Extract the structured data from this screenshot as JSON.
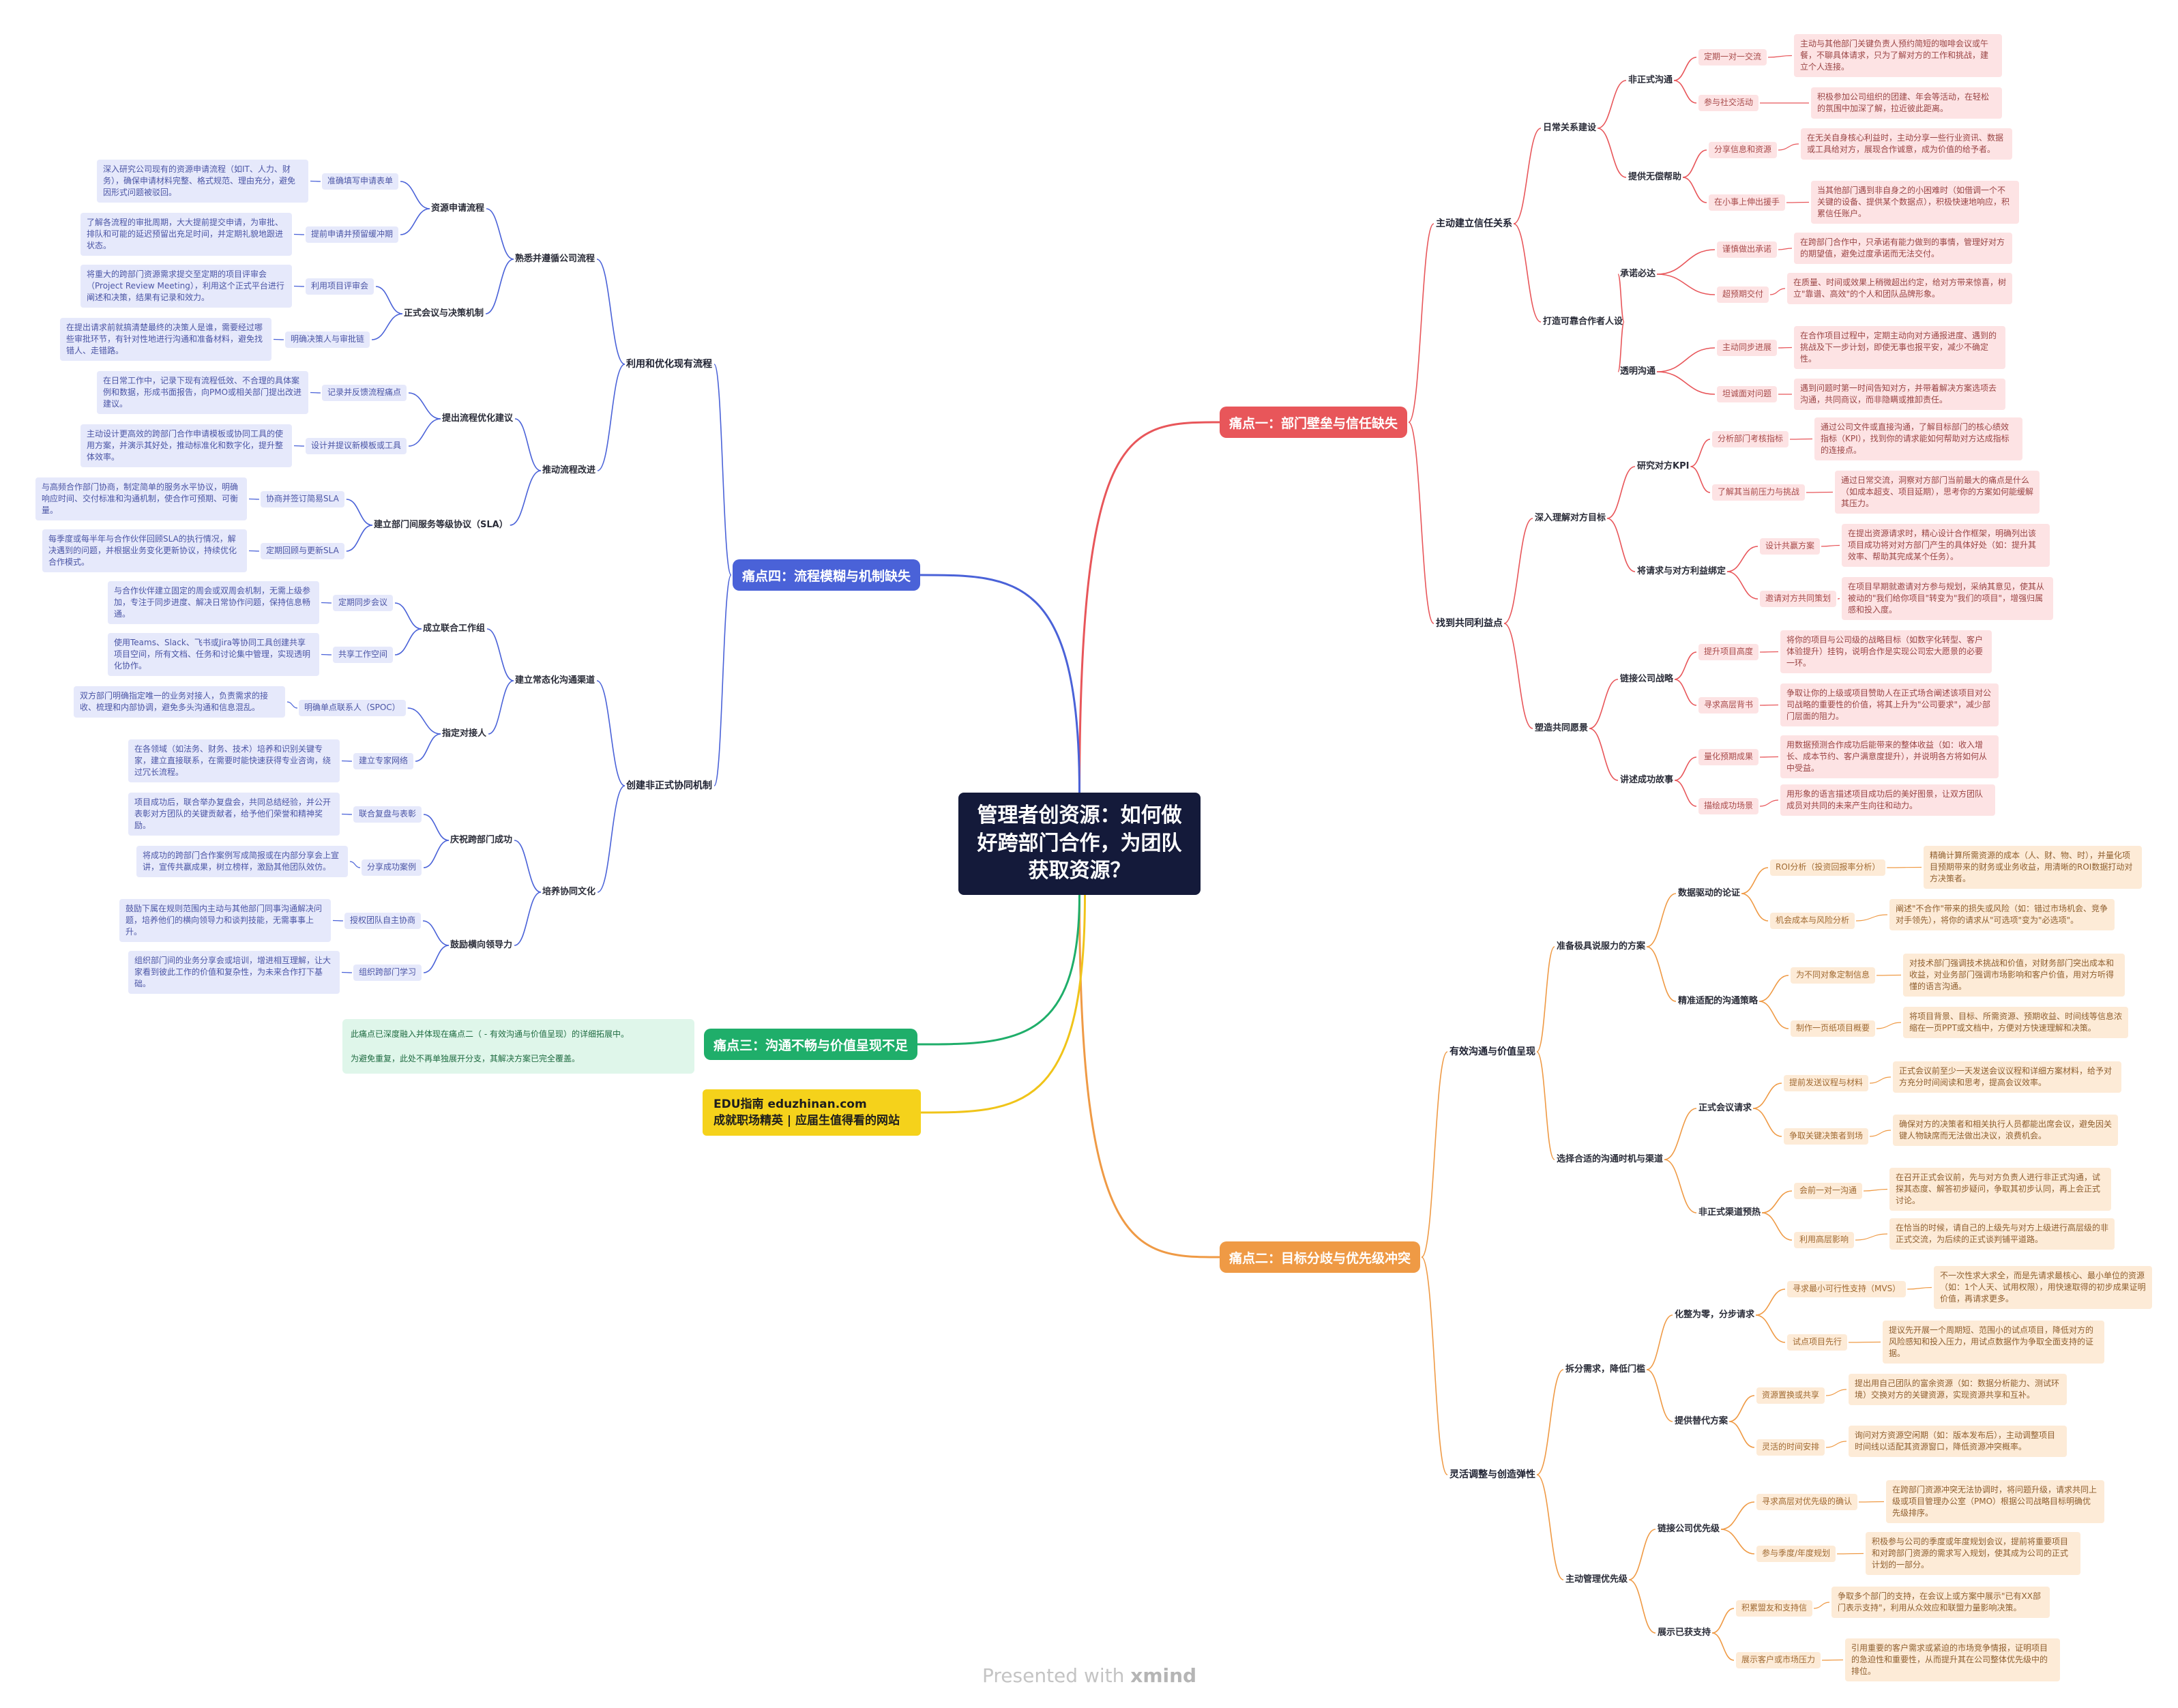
{
  "colors": {
    "pink": "#e8565a",
    "orange": "#ef9a45",
    "blue": "#4a62d8",
    "green": "#1fae6a",
    "yellow": "#f0c419",
    "central": "#141a3a"
  },
  "central": "管理者创资源：如何做好跨部门合作，为团队获取资源？",
  "watermark": {
    "prefix": "Presented with ",
    "brand": "xmind"
  },
  "pain1": {
    "title": "痛点一：部门壁垒与信任缺失",
    "a": "主动建立信任关系",
    "a1": "日常关系建设",
    "a1a": "非正式沟通",
    "a1a1": {
      "label": "定期一对一交流",
      "note": "主动与其他部门关键负责人预约简短的咖啡会议或午餐，不聊具体请求，只为了解对方的工作和挑战，建立个人连接。"
    },
    "a1a2": {
      "label": "参与社交活动",
      "note": "积极参加公司组织的团建、年会等活动，在轻松的氛围中加深了解，拉近彼此距离。"
    },
    "a1b": "提供无偿帮助",
    "a1b1": {
      "label": "分享信息和资源",
      "note": "在无关自身核心利益时，主动分享一些行业资讯、数据或工具给对方，展现合作诚意，成为价值的给予者。"
    },
    "a1b2": {
      "label": "在小事上伸出援手",
      "note": "当其他部门遇到非自身之的小困难时（如借调一个不关键的设备、提供某个数据点），积极快速地响应，积累信任账户。"
    },
    "a2": "打造可靠合作者人设",
    "a2a": "承诺必达",
    "a2a1": {
      "label": "谨慎做出承诺",
      "note": "在跨部门合作中，只承诺有能力做到的事情，管理好对方的期望值，避免过度承诺而无法交付。"
    },
    "a2a2": {
      "label": "超预期交付",
      "note": "在质量、时间或效果上稍微超出约定，给对方带来惊喜，树立\"靠谱、高效\"的个人和团队品牌形象。"
    },
    "a2b": "透明沟通",
    "a2b1": {
      "label": "主动同步进展",
      "note": "在合作项目过程中，定期主动向对方通报进度、遇到的挑战及下一步计划，即使无事也报平安，减少不确定性。"
    },
    "a2b2": {
      "label": "坦诚面对问题",
      "note": "遇到问题时第一时间告知对方，并带着解决方案选项去沟通，共同商议，而非隐瞒或推卸责任。"
    },
    "b": "找到共同利益点",
    "b1": "深入理解对方目标",
    "b1a": "研究对方KPI",
    "b1a1": {
      "label": "分析部门考核指标",
      "note": "通过公司文件或直接沟通，了解目标部门的核心绩效指标（KPI），找到你的请求能如何帮助对方达成指标的连接点。"
    },
    "b1a2": {
      "label": "了解其当前压力与挑战",
      "note": "通过日常交流，洞察对方部门当前最大的痛点是什么（如成本超支、项目延期），思考你的方案如何能缓解其压力。"
    },
    "b1b": "将请求与对方利益绑定",
    "b1b1": {
      "label": "设计共赢方案",
      "note": "在提出资源请求时，精心设计合作框架，明确列出该项目成功将对对方部门产生的具体好处（如：提升其效率、帮助其完成某个任务）。"
    },
    "b1b2": {
      "label": "邀请对方共同策划",
      "note": "在项目早期就邀请对方参与规划，采纳其意见，使其从被动的\"我们给你项目\"转变为\"我们的项目\"，增强归属感和投入度。"
    },
    "b2": "塑造共同愿景",
    "b2a": "链接公司战略",
    "b2a1": {
      "label": "提升项目高度",
      "note": "将你的项目与公司级的战略目标（如数字化转型、客户体验提升）挂钩，说明合作是实现公司宏大愿景的必要一环。"
    },
    "b2a2": {
      "label": "寻求高层背书",
      "note": "争取让你的上级或项目赞助人在正式场合阐述该项目对公司战略的重要性的价值，将其上升为\"公司要求\"，减少部门层面的阻力。"
    },
    "b2b": "讲述成功故事",
    "b2b1": {
      "label": "量化预期成果",
      "note": "用数据预测合作成功后能带来的整体收益（如：收入增长、成本节约、客户满意度提升），并说明各方将如何从中受益。"
    },
    "b2b2": {
      "label": "描绘成功场景",
      "note": "用形象的语言描述项目成功后的美好图景，让双方团队成员对共同的未来产生向往和动力。"
    }
  },
  "pain2": {
    "title": "痛点二：目标分歧与优先级冲突",
    "a": "有效沟通与价值呈现",
    "a1": "准备极具说服力的方案",
    "a1a": "数据驱动的论证",
    "a1a1": {
      "label": "ROI分析（投资回报率分析）",
      "note": "精确计算所需资源的成本（人、财、物、时），并量化项目预期带来的财务或业务收益，用清晰的ROI数据打动对方决策者。"
    },
    "a1a2": {
      "label": "机会成本与风险分析",
      "note": "阐述\"不合作\"带来的损失或风险（如：错过市场机会、竞争对手领先），将你的请求从\"可选项\"变为\"必选项\"。"
    },
    "a1b": "精准适配的沟通策略",
    "a1b1": {
      "label": "为不同对象定制信息",
      "note": "对技术部门强调技术挑战和价值，对财务部门突出成本和收益，对业务部门强调市场影响和客户价值，用对方听得懂的语言沟通。"
    },
    "a1b2": {
      "label": "制作一页纸项目概要",
      "note": "将项目背景、目标、所需资源、预期收益、时间线等信息浓缩在一页PPT或文档中，方便对方快速理解和决策。"
    },
    "a2": "选择合适的沟通时机与渠道",
    "a2a": "正式会议请求",
    "a2a1": {
      "label": "提前发送议程与材料",
      "note": "正式会议前至少一天发送会议议程和详细方案材料，给予对方充分时间阅读和思考，提高会议效率。"
    },
    "a2a2": {
      "label": "争取关键决策者到场",
      "note": "确保对方的决策者和相关执行人员都能出席会议，避免因关键人物缺席而无法做出决议，浪费机会。"
    },
    "a2b": "非正式渠道预热",
    "a2b1": {
      "label": "会前一对一沟通",
      "note": "在召开正式会议前，先与对方负责人进行非正式沟通，试探其态度、解答初步疑问，争取其初步认同，再上会正式讨论。"
    },
    "a2b2": {
      "label": "利用高层影响",
      "note": "在恰当的时候，请自己的上级先与对方上级进行高层级的非正式交流，为后续的正式谈判铺平道路。"
    },
    "b": "灵活调整与创造弹性",
    "b1": "拆分需求，降低门槛",
    "b1a": "化整为零，分步请求",
    "b1a1": {
      "label": "寻求最小可行性支持（MVS）",
      "note": "不一次性求大求全，而是先请求最核心、最小单位的资源（如：1个人天、试用权限），用快速取得的初步成果证明价值，再请求更多。"
    },
    "b1a2": {
      "label": "试点项目先行",
      "note": "提议先开展一个周期短、范围小的试点项目，降低对方的风险感知和投入压力，用试点数据作为争取全面支持的证据。"
    },
    "b1b": "提供替代方案",
    "b1b1": {
      "label": "资源置换或共享",
      "note": "提出用自己团队的富余资源（如：数据分析能力、测试环境）交换对方的关键资源，实现资源共享和互补。"
    },
    "b1b2": {
      "label": "灵活的时间安排",
      "note": "询问对方资源空闲期（如：版本发布后），主动调整项目时间线以适配其资源窗口，降低资源冲突概率。"
    },
    "b2": "主动管理优先级",
    "b2a": "链接公司优先级",
    "b2a1": {
      "label": "寻求高层对优先级的确认",
      "note": "在跨部门资源冲突无法协调时，将问题升级，请求共同上级或项目管理办公室（PMO）根据公司战略目标明确优先级排序。"
    },
    "b2a2": {
      "label": "参与季度/年度规划",
      "note": "积极参与公司的季度或年度规划会议，提前将重要项目和对跨部门资源的需求写入规划，使其成为公司的正式计划的一部分。"
    },
    "b2b": "展示已获支持",
    "b2b1": {
      "label": "积累盟友和支持信",
      "note": "争取多个部门的支持，在会议上或方案中展示\"已有XX部门表示支持\"，利用从众效应和联盟力量影响决策。"
    },
    "b2b2": {
      "label": "展示客户或市场压力",
      "note": "引用重要的客户需求或紧迫的市场竞争情报，证明项目的急迫性和重要性，从而提升其在公司整体优先级中的排位。"
    }
  },
  "pain3": {
    "title": "痛点三：沟通不畅与价值呈现不足",
    "note1": "此痛点已深度融入并体现在痛点二（ - 有效沟通与价值呈现）的详细拓展中。",
    "note2": "为避免重复，此处不再单独展开分支，其解决方案已完全覆盖。"
  },
  "pain4": {
    "title": "痛点四：流程模糊与机制缺失",
    "a": "利用和优化现有流程",
    "a1": "熟悉并遵循公司流程",
    "a1a": "资源申请流程",
    "a1a1": {
      "label": "准确填写申请表单",
      "note": "深入研究公司现有的资源申请流程（如IT、人力、财务），确保申请材料完整、格式规范、理由充分，避免因形式问题被驳回。"
    },
    "a1a2": {
      "label": "提前申请并预留缓冲期",
      "note": "了解各流程的审批周期，大大提前提交申请，为审批、排队和可能的延迟预留出充足时间，并定期礼貌地跟进状态。"
    },
    "a1b": "正式会议与决策机制",
    "a1b1": {
      "label": "利用项目评审会",
      "note": "将重大的跨部门资源需求提交至定期的项目评审会（Project Review Meeting），利用这个正式平台进行阐述和决策，结果有记录和效力。"
    },
    "a1b2": {
      "label": "明确决策人与审批链",
      "note": "在提出请求前就搞清楚最终的决策人是谁，需要经过哪些审批环节，有针对性地进行沟通和准备材料，避免找错人、走错路。"
    },
    "a2": "推动流程改进",
    "a2a": "提出流程优化建议",
    "a2a1": {
      "label": "记录并反馈流程痛点",
      "note": "在日常工作中，记录下现有流程低效、不合理的具体案例和数据，形成书面报告，向PMO或相关部门提出改进建议。"
    },
    "a2a2": {
      "label": "设计并提议新模板或工具",
      "note": "主动设计更高效的跨部门合作申请模板或协同工具的使用方案，并演示其好处，推动标准化和数字化，提升整体效率。"
    },
    "a2b": "建立部门间服务等级协议（SLA）",
    "a2b1": {
      "label": "协商并签订简易SLA",
      "note": "与高频合作部门协商，制定简单的服务水平协议，明确响应时间、交付标准和沟通机制，使合作可预期、可衡量。"
    },
    "a2b2": {
      "label": "定期回顾与更新SLA",
      "note": "每季度或每半年与合作伙伴回顾SLA的执行情况，解决遇到的问题，并根据业务变化更新协议，持续优化合作模式。"
    },
    "b": "创建非正式协同机制",
    "b1": "建立常态化沟通渠道",
    "b1a": "成立联合工作组",
    "b1a1": {
      "label": "定期同步会议",
      "note": "与合作伙伴建立固定的周会或双周会机制，无需上级参加，专注于同步进度、解决日常协作问题，保持信息畅通。"
    },
    "b1a2": {
      "label": "共享工作空间",
      "note": "使用Teams、Slack、飞书或Jira等协同工具创建共享项目空间，所有文档、任务和讨论集中管理，实现透明化协作。"
    },
    "b1b": "指定对接人",
    "b1b1": {
      "label": "明确单点联系人（SPOC）",
      "note": "双方部门明确指定唯一的业务对接人，负责需求的接收、梳理和内部协调，避免多头沟通和信息混乱。"
    },
    "b1b2": {
      "label": "建立专家网络",
      "note": "在各领域（如法务、财务、技术）培养和识别关键专家，建立直接联系，在需要时能快速获得专业咨询，绕过冗长流程。"
    },
    "b2": "培养协同文化",
    "b2a": "庆祝跨部门成功",
    "b2a1": {
      "label": "联合复盘与表彰",
      "note": "项目成功后，联合举办复盘会，共同总结经验，并公开表彰对方团队的关键贡献者，给予他们荣誉和精神奖励。"
    },
    "b2a2": {
      "label": "分享成功案例",
      "note": "将成功的跨部门合作案例写成简报或在内部分享会上宣讲，宣传共赢成果，树立榜样，激励其他团队效仿。"
    },
    "b2b": "鼓励横向领导力",
    "b2b1": {
      "label": "授权团队自主协商",
      "note": "鼓励下属在规则范围内主动与其他部门同事沟通解决问题，培养他们的横向领导力和谈判技能，无需事事上升。"
    },
    "b2b2": {
      "label": "组织跨部门学习",
      "note": "组织部门间的业务分享会或培训，增进相互理解，让大家看到彼此工作的价值和复杂性，为未来合作打下基础。"
    }
  },
  "footer_box": {
    "line1": "EDU指南  eduzhinan.com",
    "line2": "成就职场精英 | 应届生值得看的网站"
  }
}
